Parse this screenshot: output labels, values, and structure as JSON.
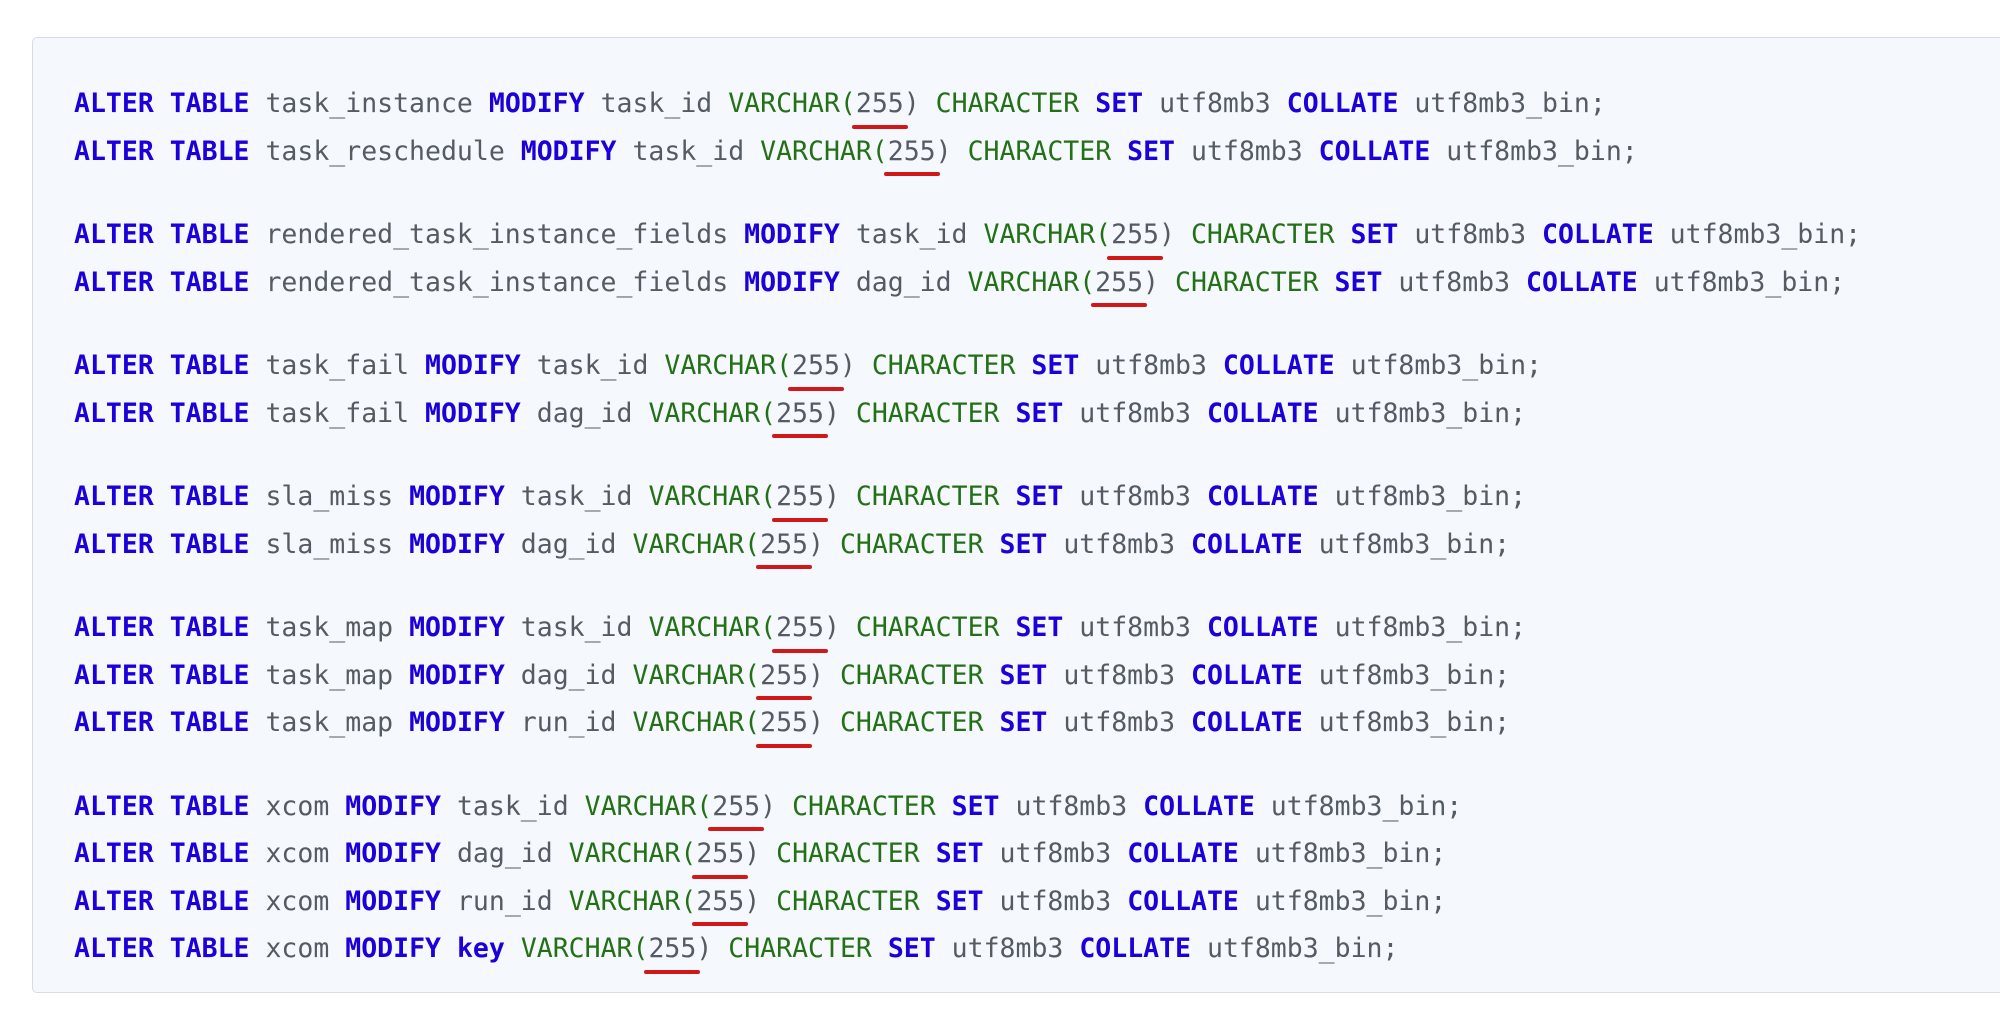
{
  "code": {
    "groups": [
      [
        [
          "ALTER TABLE",
          "task_instance",
          "MODIFY",
          "task_id",
          "VARCHAR(",
          "255",
          ")",
          "CHARACTER",
          "SET",
          "utf8mb3",
          "COLLATE",
          "utf8mb3_bin;"
        ],
        [
          "ALTER TABLE",
          "task_reschedule",
          "MODIFY",
          "task_id",
          "VARCHAR(",
          "255",
          ")",
          "CHARACTER",
          "SET",
          "utf8mb3",
          "COLLATE",
          "utf8mb3_bin;"
        ]
      ],
      [
        [
          "ALTER TABLE",
          "rendered_task_instance_fields",
          "MODIFY",
          "task_id",
          "VARCHAR(",
          "255",
          ")",
          "CHARACTER",
          "SET",
          "utf8mb3",
          "COLLATE",
          "utf8mb3_bin;"
        ],
        [
          "ALTER TABLE",
          "rendered_task_instance_fields",
          "MODIFY",
          "dag_id",
          "VARCHAR(",
          "255",
          ")",
          "CHARACTER",
          "SET",
          "utf8mb3",
          "COLLATE",
          "utf8mb3_bin;"
        ]
      ],
      [
        [
          "ALTER TABLE",
          "task_fail",
          "MODIFY",
          "task_id",
          "VARCHAR(",
          "255",
          ")",
          "CHARACTER",
          "SET",
          "utf8mb3",
          "COLLATE",
          "utf8mb3_bin;"
        ],
        [
          "ALTER TABLE",
          "task_fail",
          "MODIFY",
          "dag_id",
          "VARCHAR(",
          "255",
          ")",
          "CHARACTER",
          "SET",
          "utf8mb3",
          "COLLATE",
          "utf8mb3_bin;"
        ]
      ],
      [
        [
          "ALTER TABLE",
          "sla_miss",
          "MODIFY",
          "task_id",
          "VARCHAR(",
          "255",
          ")",
          "CHARACTER",
          "SET",
          "utf8mb3",
          "COLLATE",
          "utf8mb3_bin;"
        ],
        [
          "ALTER TABLE",
          "sla_miss",
          "MODIFY",
          "dag_id",
          "VARCHAR(",
          "255",
          ")",
          "CHARACTER",
          "SET",
          "utf8mb3",
          "COLLATE",
          "utf8mb3_bin;"
        ]
      ],
      [
        [
          "ALTER TABLE",
          "task_map",
          "MODIFY",
          "task_id",
          "VARCHAR(",
          "255",
          ")",
          "CHARACTER",
          "SET",
          "utf8mb3",
          "COLLATE",
          "utf8mb3_bin;"
        ],
        [
          "ALTER TABLE",
          "task_map",
          "MODIFY",
          "dag_id",
          "VARCHAR(",
          "255",
          ")",
          "CHARACTER",
          "SET",
          "utf8mb3",
          "COLLATE",
          "utf8mb3_bin;"
        ],
        [
          "ALTER TABLE",
          "task_map",
          "MODIFY",
          "run_id",
          "VARCHAR(",
          "255",
          ")",
          "CHARACTER",
          "SET",
          "utf8mb3",
          "COLLATE",
          "utf8mb3_bin;"
        ]
      ],
      [
        [
          "ALTER TABLE",
          "xcom",
          "MODIFY",
          "task_id",
          "VARCHAR(",
          "255",
          ")",
          "CHARACTER",
          "SET",
          "utf8mb3",
          "COLLATE",
          "utf8mb3_bin;"
        ],
        [
          "ALTER TABLE",
          "xcom",
          "MODIFY",
          "dag_id",
          "VARCHAR(",
          "255",
          ")",
          "CHARACTER",
          "SET",
          "utf8mb3",
          "COLLATE",
          "utf8mb3_bin;"
        ],
        [
          "ALTER TABLE",
          "xcom",
          "MODIFY",
          "run_id",
          "VARCHAR(",
          "255",
          ")",
          "CHARACTER",
          "SET",
          "utf8mb3",
          "COLLATE",
          "utf8mb3_bin;"
        ],
        [
          "ALTER TABLE",
          "xcom",
          "MODIFY",
          "key",
          "VARCHAR(",
          "255",
          ")",
          "CHARACTER",
          "SET",
          "utf8mb3",
          "COLLATE",
          "utf8mb3_bin;"
        ]
      ]
    ]
  },
  "colors": {
    "keyword": "#1b00d9",
    "type": "#247017",
    "plain": "#555b63",
    "highlight_underline": "#d11818",
    "background": "#f5f8fd"
  }
}
